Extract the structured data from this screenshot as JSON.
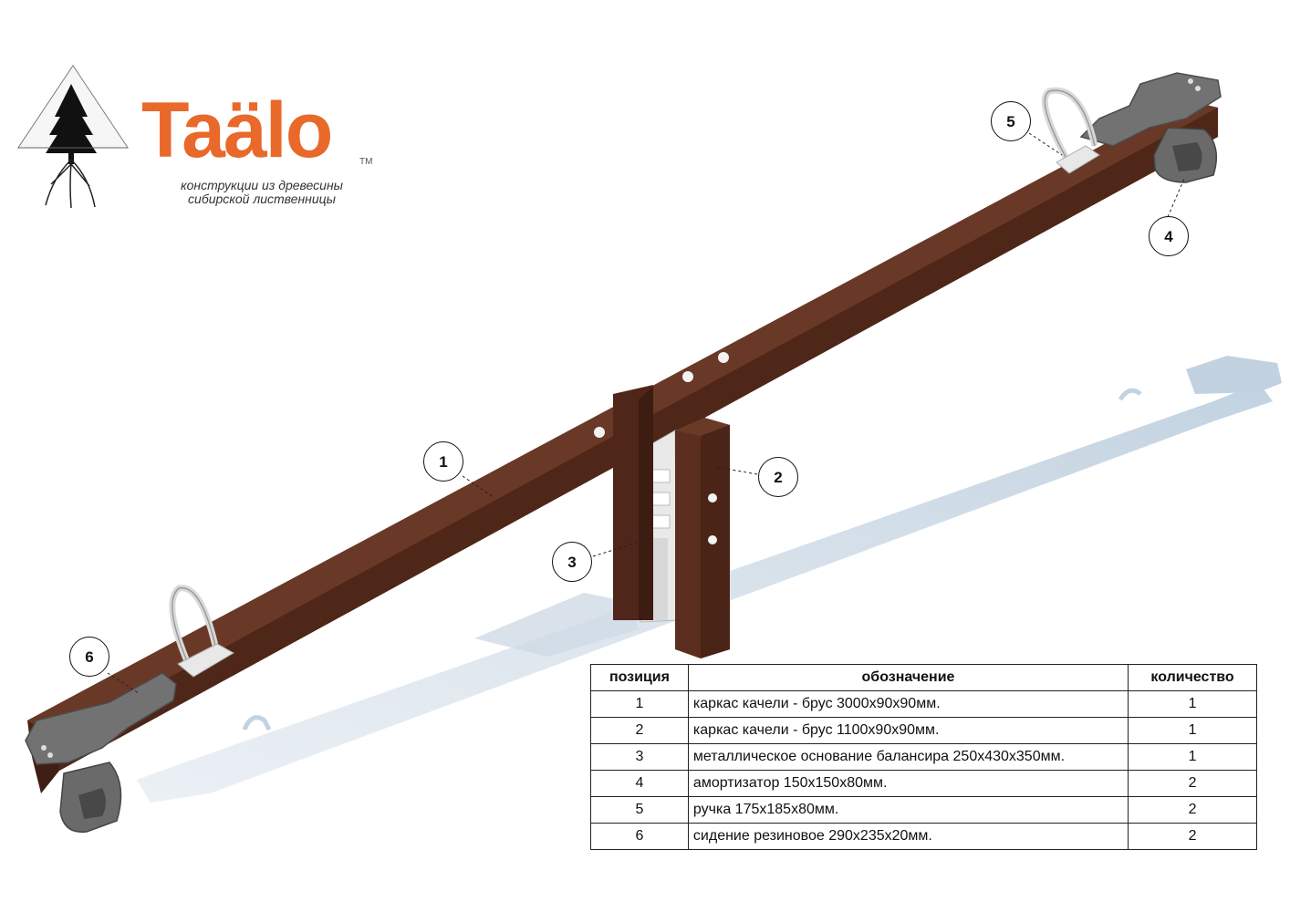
{
  "brand": {
    "name": "Taälo",
    "trademark": "TM",
    "tagline_line1": "конструкции из древесины",
    "tagline_line2": "сибирской лиственницы"
  },
  "callouts": [
    "1",
    "2",
    "3",
    "4",
    "5",
    "6"
  ],
  "table": {
    "headers": [
      "позиция",
      "обозначение",
      "количество"
    ],
    "rows": [
      {
        "pos": "1",
        "name": "каркас качели - брус 3000х90х90мм.",
        "qty": "1"
      },
      {
        "pos": "2",
        "name": "каркас качели - брус 1100х90х90мм.",
        "qty": "1"
      },
      {
        "pos": "3",
        "name": "металлическое основание балансира 250х430х350мм.",
        "qty": "1"
      },
      {
        "pos": "4",
        "name": "амортизатор 150х150х80мм.",
        "qty": "2"
      },
      {
        "pos": "5",
        "name": "ручка 175х185х80мм.",
        "qty": "2"
      },
      {
        "pos": "6",
        "name": "сидение резиновое 290х235х20мм.",
        "qty": "2"
      }
    ]
  },
  "colors": {
    "brand_orange": "#e8692a",
    "wood": "#5a2e1e",
    "wood_dark": "#3e1c12",
    "rubber": "#6b6b6b",
    "metal": "#e6e6e6",
    "shadow": "#c9d6e2"
  }
}
